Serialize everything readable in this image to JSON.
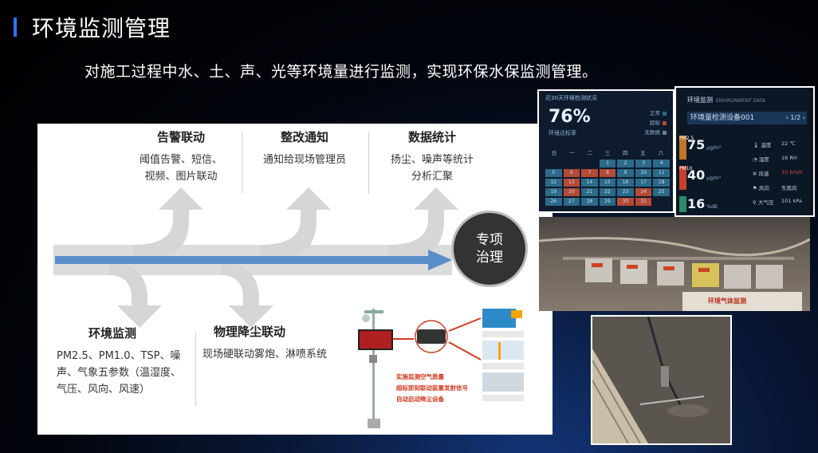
{
  "header": {
    "title": "环境监测管理",
    "subtitle": "对施工过程中水、土、声、光等环境量进行监测，实现环保水保监测管理。"
  },
  "diagram": {
    "top": [
      {
        "heading": "告警联动",
        "lines": [
          "阈值告警、短信、",
          "视频、图片联动"
        ]
      },
      {
        "heading": "整改通知",
        "lines": [
          "通知给现场管理员"
        ]
      },
      {
        "heading": "数据统计",
        "lines": [
          "扬尘、噪声等统计",
          "分析汇聚"
        ]
      }
    ],
    "bottom": [
      {
        "heading": "环境监测",
        "lines": [
          "PM2.5、PM1.0、TSP、噪",
          "声、气象五参数（温湿度、",
          "气压、风向、风速）"
        ]
      },
      {
        "heading": "物理降尘联动",
        "lines": [
          "现场硬联动雾炮、淋喷系统"
        ]
      }
    ],
    "center": [
      "专项",
      "治理"
    ],
    "system_labels": [
      "实施监测空气质量",
      "超标即刻联动装置发射信号",
      "自动启动降尘设备"
    ]
  },
  "panel_calendar": {
    "header": "近30天环境检测状况",
    "percent": "76%",
    "percent_label": "环境达标率",
    "legend": [
      {
        "label": "正常",
        "color": "#2c6a8a"
      },
      {
        "label": "超标",
        "color": "#b54a36"
      },
      {
        "label": "无数据",
        "color": "#6b7c8c"
      }
    ],
    "weekdays": [
      "日",
      "一",
      "二",
      "三",
      "四",
      "五",
      "六"
    ],
    "days": [
      {
        "d": "",
        "s": "e"
      },
      {
        "d": "",
        "s": "e"
      },
      {
        "d": "",
        "s": "e"
      },
      {
        "d": "1",
        "s": "b"
      },
      {
        "d": "2",
        "s": "b"
      },
      {
        "d": "3",
        "s": "b"
      },
      {
        "d": "4",
        "s": "b"
      },
      {
        "d": "5",
        "s": "b"
      },
      {
        "d": "6",
        "s": "r"
      },
      {
        "d": "7",
        "s": "r"
      },
      {
        "d": "8",
        "s": "r"
      },
      {
        "d": "9",
        "s": "b"
      },
      {
        "d": "10",
        "s": "b"
      },
      {
        "d": "11",
        "s": "b"
      },
      {
        "d": "12",
        "s": "b"
      },
      {
        "d": "13",
        "s": "r"
      },
      {
        "d": "14",
        "s": "b"
      },
      {
        "d": "15",
        "s": "b"
      },
      {
        "d": "16",
        "s": "b"
      },
      {
        "d": "17",
        "s": "b"
      },
      {
        "d": "18",
        "s": "b"
      },
      {
        "d": "19",
        "s": "b"
      },
      {
        "d": "20",
        "s": "r"
      },
      {
        "d": "21",
        "s": "b"
      },
      {
        "d": "22",
        "s": "b"
      },
      {
        "d": "23",
        "s": "b"
      },
      {
        "d": "24",
        "s": "r"
      },
      {
        "d": "25",
        "s": "b"
      },
      {
        "d": "26",
        "s": "b"
      },
      {
        "d": "27",
        "s": "b"
      },
      {
        "d": "28",
        "s": "b"
      },
      {
        "d": "29",
        "s": "b"
      },
      {
        "d": "30",
        "s": "r"
      },
      {
        "d": "31",
        "s": "r"
      },
      {
        "d": "",
        "s": "e"
      }
    ]
  },
  "panel_env": {
    "title": "环境监测",
    "title_en": "ENVIRONMENT DATA",
    "device": "环境量检测设备001",
    "page": "1/2",
    "readings": [
      {
        "tag": "PM2.5",
        "value": "75",
        "unit": "μg/m³"
      },
      {
        "tag": "PM10",
        "value": "40",
        "unit": "μg/m³"
      },
      {
        "tag": "",
        "value": "16",
        "unit": "%dB"
      }
    ],
    "params": [
      {
        "k": "温度",
        "v": "22 ℃"
      },
      {
        "k": "湿度",
        "v": "16 RH"
      },
      {
        "k": "风速",
        "v": "10 km/h"
      },
      {
        "k": "风向",
        "v": "东南风"
      },
      {
        "k": "大气压",
        "v": "101 kPa"
      }
    ]
  },
  "photos": {
    "sensors_label": "环境气体监测"
  }
}
